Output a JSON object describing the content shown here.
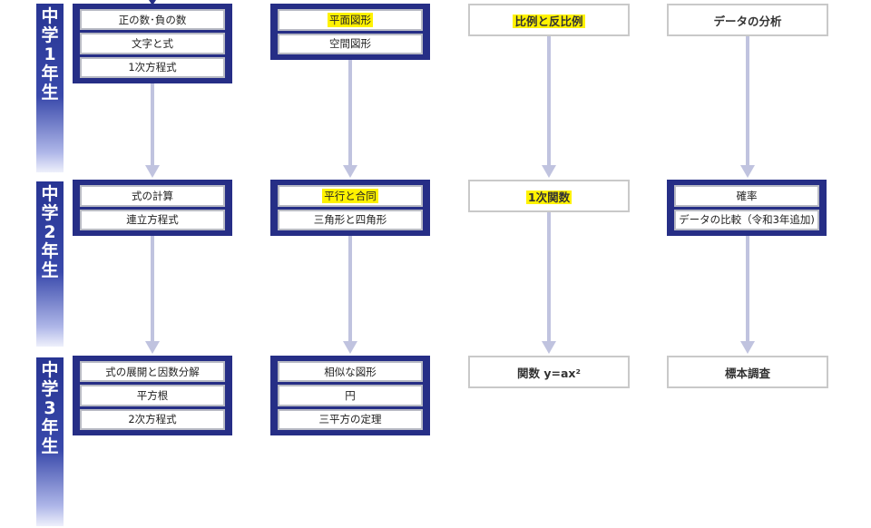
{
  "grades": [
    {
      "label": [
        "中",
        "学",
        "1",
        "年",
        "生"
      ]
    },
    {
      "label": [
        "中",
        "学",
        "2",
        "年",
        "生"
      ]
    },
    {
      "label": [
        "中",
        "学",
        "3",
        "年",
        "生"
      ]
    }
  ],
  "rows": [
    {
      "col1": [
        "正の数･負の数",
        "文字と式",
        "1次方程式"
      ],
      "col2": [
        "平面図形",
        "空間図形"
      ],
      "col3": "比例と反比例",
      "col4": "データの分析"
    },
    {
      "col1": [
        "式の計算",
        "連立方程式"
      ],
      "col2": [
        "平行と合同",
        "三角形と四角形"
      ],
      "col3": "1次関数",
      "col4": [
        "確率",
        "データの比較（令和3年追加)"
      ]
    },
    {
      "col1": [
        "式の展開と因数分解",
        "平方根",
        "2次方程式"
      ],
      "col2": [
        "相似な図形",
        "円",
        "三平方の定理"
      ],
      "col3": "関数 y=ax²",
      "col4": "標本調査"
    }
  ],
  "highlighted": [
    "平面図形",
    "比例と反比例",
    "平行と合同",
    "1次関数"
  ],
  "colors": {
    "dark_box": "#262e86",
    "arrow": "#c0c3df",
    "highlight": "#fff200"
  }
}
